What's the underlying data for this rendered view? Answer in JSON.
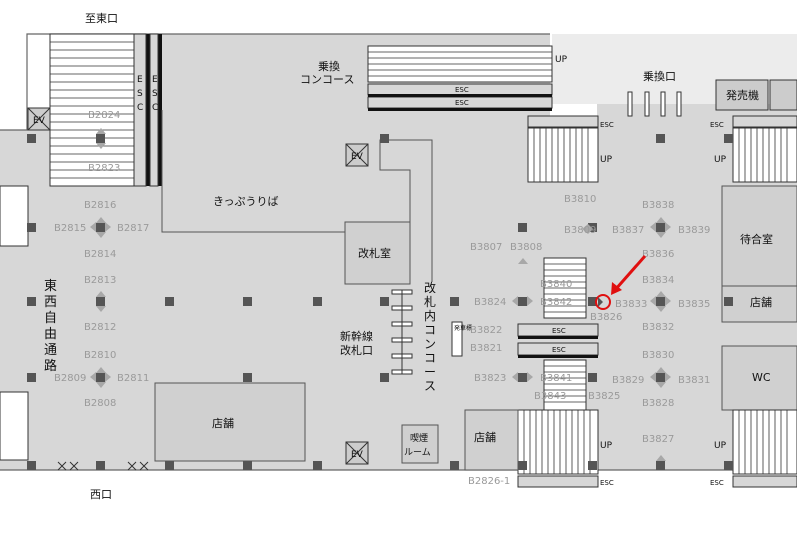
{
  "map": {
    "north_exit": "至東口",
    "west_exit": "西口",
    "transfer_concourse": "乗換\nコンコース",
    "transfer_gate": "乗換口",
    "ticket_machine": "発売機",
    "ticket_office": "きっぷうりば",
    "gate_room": "改札室",
    "inner_concourse": "改札内コンコース",
    "shinkansen_gate": "新幹線\n改札口",
    "east_west_passage": "東西自由通路",
    "waiting_room": "待合室",
    "shop": "店舗",
    "wc": "WC",
    "smoking_room": "喫煙ルーム",
    "departure_board": "発車標",
    "esc": "ESC",
    "up": "UP",
    "ev": "EV",
    "esc_vertical": "E S C",
    "highlighted_code": "B3826",
    "codes": [
      "B2824",
      "B2823",
      "B2816",
      "B2815",
      "B2817",
      "B2814",
      "B2813",
      "B2812",
      "B2810",
      "B2809",
      "B2811",
      "B2808",
      "B3810",
      "B3838",
      "B3809",
      "B3837",
      "B3839",
      "B3836",
      "B3807",
      "B3808",
      "B3840",
      "B3834",
      "B3824",
      "B3842",
      "B3833",
      "B3835",
      "B3822",
      "B3821",
      "B3832",
      "B3830",
      "B3823",
      "B3841",
      "B3829",
      "B3831",
      "B3843",
      "B3825",
      "B3828",
      "B3827",
      "B2826-1"
    ]
  }
}
